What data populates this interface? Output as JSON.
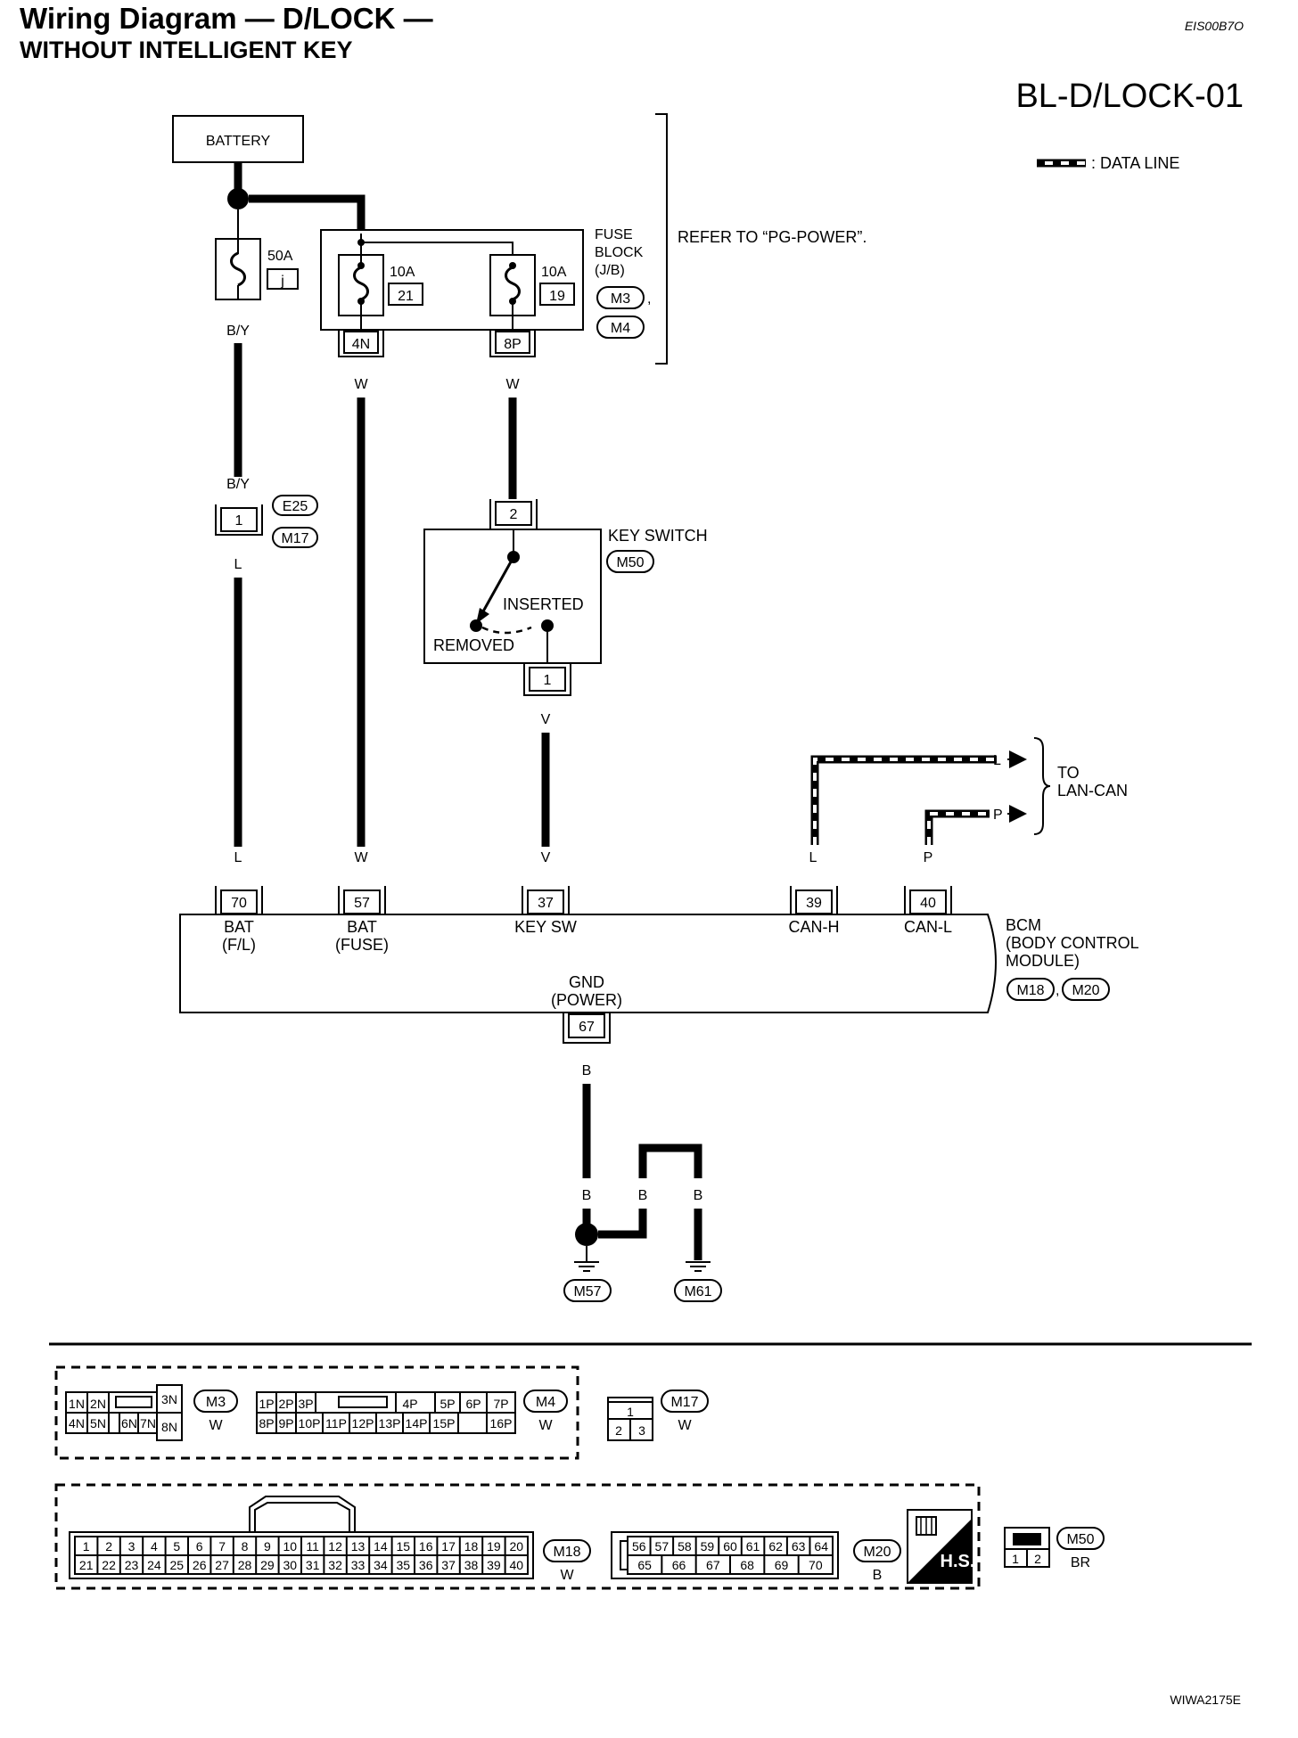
{
  "header": {
    "title": "Wiring Diagram — D/LOCK —",
    "subtitle": "WITHOUT INTELLIGENT KEY",
    "code": "EIS00B7O",
    "page_id": "BL-D/LOCK-01",
    "footer_code": "WIWA2175E"
  },
  "legend": {
    "data_line": ": DATA LINE"
  },
  "battery": {
    "label": "BATTERY",
    "fuse_rating": "50A",
    "fuse_id": "j"
  },
  "fuse_block": {
    "label_line1": "FUSE",
    "label_line2": "BLOCK",
    "label_line3": "(J/B)",
    "connectors": [
      "M3",
      "M4"
    ],
    "separator": ",",
    "fuses": [
      {
        "rating": "10A",
        "number": "21",
        "terminal": "4N",
        "wire": "W"
      },
      {
        "rating": "10A",
        "number": "19",
        "terminal": "8P",
        "wire": "W"
      }
    ],
    "refer": "REFER TO “PG-POWER”."
  },
  "wires": {
    "battery_out": "B/Y",
    "battery_to_e25": "B/Y",
    "e25_to_bcm": "L",
    "bcm_70": "L",
    "bcm_57": "W",
    "key_switch_out": "V",
    "bcm_37": "V",
    "bcm_39": "L",
    "bcm_40": "P",
    "gnd": "B",
    "gnd_m57": "B",
    "gnd_left_branch": "B",
    "gnd_m61": "B"
  },
  "joint_connector": {
    "terminal": "1",
    "connectors": [
      "E25",
      "M17"
    ]
  },
  "key_switch": {
    "label": "KEY SWITCH",
    "connector": "M50",
    "terminal_in": "2",
    "terminal_out": "1",
    "inserted": "INSERTED",
    "removed": "REMOVED"
  },
  "can": {
    "line_l": "L",
    "line_p": "P",
    "to_line1": "TO",
    "to_line2": "LAN-CAN"
  },
  "bcm": {
    "label_line1": "BCM",
    "label_line2": "(BODY CONTROL",
    "label_line3": "MODULE)",
    "connectors": [
      "M18",
      "M20"
    ],
    "separator": ",",
    "terminals": [
      {
        "num": "70",
        "label1": "BAT",
        "label2": "(F/L)"
      },
      {
        "num": "57",
        "label1": "BAT",
        "label2": "(FUSE)"
      },
      {
        "num": "37",
        "label1": "KEY SW",
        "label2": ""
      },
      {
        "num": "39",
        "label1": "CAN-H",
        "label2": ""
      },
      {
        "num": "40",
        "label1": "CAN-L",
        "label2": ""
      }
    ],
    "gnd_terminal": "67",
    "gnd_label1": "GND",
    "gnd_label2": "(POWER)"
  },
  "grounds": [
    "M57",
    "M61"
  ],
  "connector_views": {
    "m3": {
      "id": "M3",
      "color": "W",
      "top": [
        "1N",
        "2N",
        "",
        "3N"
      ],
      "bottom": [
        "4N",
        "5N",
        "6N",
        "7N",
        "8N"
      ]
    },
    "m4": {
      "id": "M4",
      "color": "W",
      "top": [
        "1P",
        "2P",
        "3P",
        "",
        "4P",
        "5P",
        "6P",
        "7P"
      ],
      "bottom": [
        "8P",
        "9P",
        "10P",
        "11P",
        "12P",
        "13P",
        "14P",
        "15P",
        "16P"
      ]
    },
    "m17": {
      "id": "M17",
      "color": "W",
      "top": [
        "1"
      ],
      "bottom": [
        "2",
        "3"
      ]
    },
    "m18": {
      "id": "M18",
      "color": "W",
      "top": [
        "1",
        "2",
        "3",
        "4",
        "5",
        "6",
        "7",
        "8",
        "9",
        "10",
        "11",
        "12",
        "13",
        "14",
        "15",
        "16",
        "17",
        "18",
        "19",
        "20"
      ],
      "bottom": [
        "21",
        "22",
        "23",
        "24",
        "25",
        "26",
        "27",
        "28",
        "29",
        "30",
        "31",
        "32",
        "33",
        "34",
        "35",
        "36",
        "37",
        "38",
        "39",
        "40"
      ]
    },
    "m20": {
      "id": "M20",
      "color": "B",
      "top": [
        "56",
        "57",
        "58",
        "59",
        "60",
        "61",
        "62",
        "63",
        "64"
      ],
      "bottom": [
        "65",
        "66",
        "67",
        "68",
        "69",
        "70"
      ]
    },
    "hs": "H.S.",
    "m50": {
      "id": "M50",
      "color": "BR",
      "bottom": [
        "1",
        "2"
      ]
    }
  }
}
